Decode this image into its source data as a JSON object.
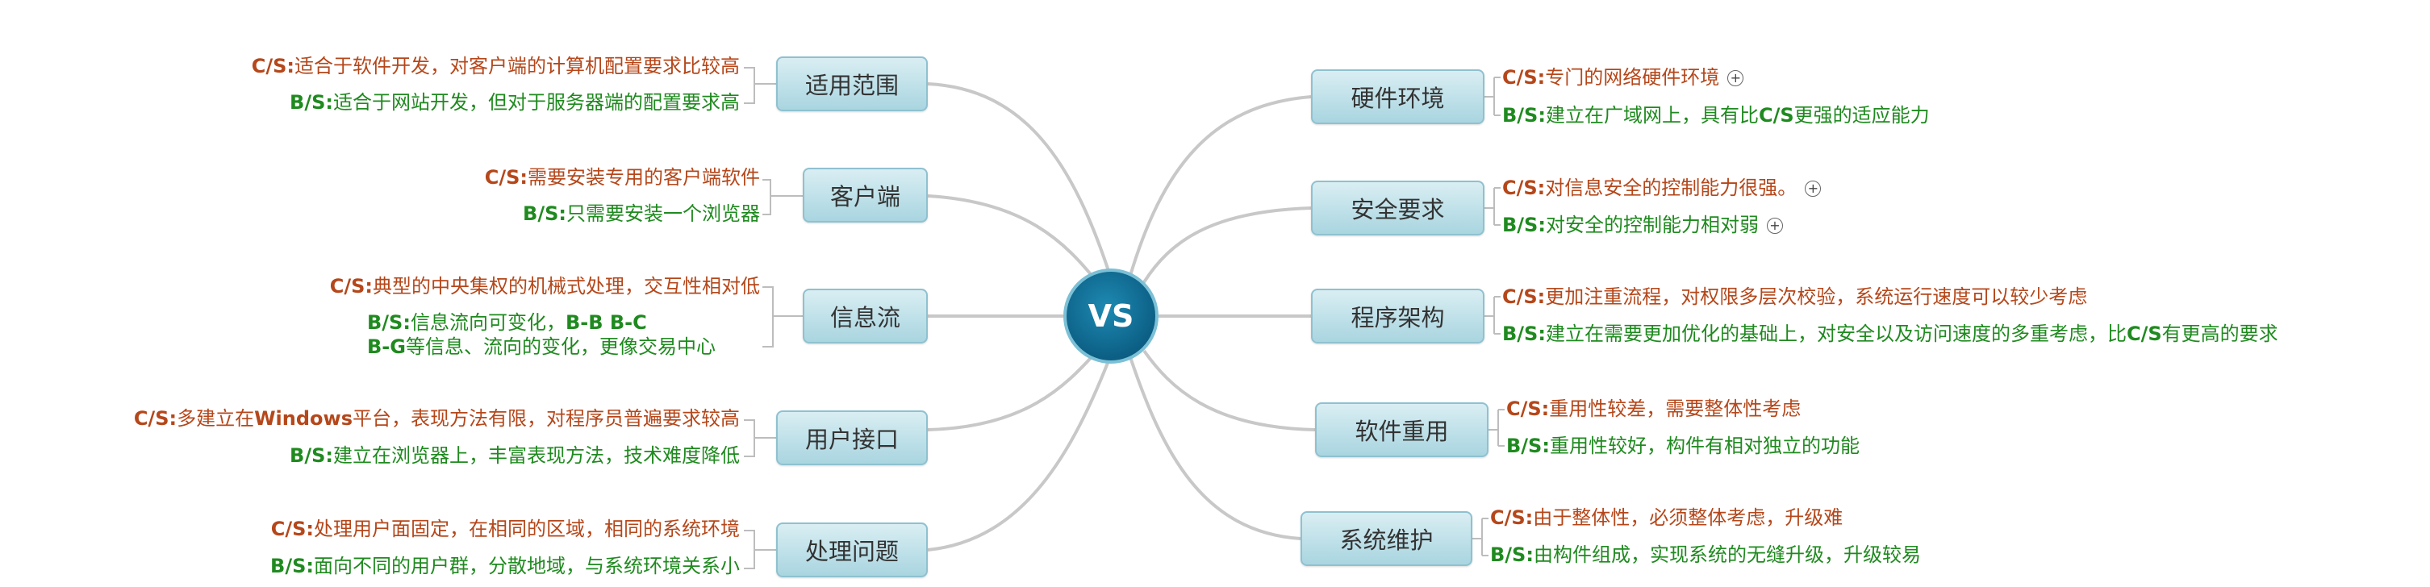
{
  "center": {
    "label": "VS"
  },
  "left": [
    {
      "topic": "适用范围",
      "cs": {
        "tag": "C/S:",
        "text": "适合于软件开发，对客户端的计算机配置要求比较高"
      },
      "bs": {
        "tag": "B/S:",
        "text": "适合于网站开发，但对于服务器端的配置要求高"
      }
    },
    {
      "topic": "客户端",
      "cs": {
        "tag": "C/S:",
        "text": "需要安装专用的客户端软件"
      },
      "bs": {
        "tag": "B/S:",
        "text": "只需要安装一个浏览器"
      }
    },
    {
      "topic": "信息流",
      "cs": {
        "tag": "C/S:",
        "text": "典型的中央集权的机械式处理，交互性相对低"
      },
      "bs": {
        "tag": "B/S:",
        "text1": "信息流向可变化，",
        "bold1": "B-B B-C",
        "bold2": "B-G",
        "text2": "等信息、流向的变化，更像交易中心"
      }
    },
    {
      "topic": "用户接口",
      "cs": {
        "tag": "C/S:",
        "text1": "多建立在",
        "bold": "Windows",
        "text2": "平台，表现方法有限，对程序员普遍要求较高"
      },
      "bs": {
        "tag": "B/S:",
        "text": "建立在浏览器上，丰富表现方法，技术难度降低"
      }
    },
    {
      "topic": "处理问题",
      "cs": {
        "tag": "C/S:",
        "text": "处理用户面固定，在相同的区域，相同的系统环境"
      },
      "bs": {
        "tag": "B/S:",
        "text": "面向不同的用户群，分散地域，与系统环境关系小"
      }
    }
  ],
  "right": [
    {
      "topic": "硬件环境",
      "cs": {
        "tag": "C/S:",
        "text": "专门的网络硬件环境"
      },
      "bs": {
        "tag": "B/S:",
        "text1": "建立在广域网上，具有比",
        "bold": "C/S",
        "text2": "更强的适应能力"
      }
    },
    {
      "topic": "安全要求",
      "cs": {
        "tag": "C/S:",
        "text": "对信息安全的控制能力很强。"
      },
      "bs": {
        "tag": "B/S:",
        "text": "对安全的控制能力相对弱"
      }
    },
    {
      "topic": "程序架构",
      "cs": {
        "tag": "C/S:",
        "text": "更加注重流程，对权限多层次校验，系统运行速度可以较少考虑"
      },
      "bs": {
        "tag": "B/S:",
        "text1": "建立在需要更加优化的基础上，对安全以及访问速度的多重考虑，比",
        "bold": "C/S",
        "text2": "有更高的要求"
      }
    },
    {
      "topic": "软件重用",
      "cs": {
        "tag": "C/S:",
        "text": "重用性较差，需要整体性考虑"
      },
      "bs": {
        "tag": "B/S:",
        "text": "重用性较好，构件有相对独立的功能"
      }
    },
    {
      "topic": "系统维护",
      "cs": {
        "tag": "C/S:",
        "text": "由于整体性，必须整体考虑，升级难"
      },
      "bs": {
        "tag": "B/S:",
        "text": "由构件组成，实现系统的无缝升级，升级较易"
      }
    }
  ],
  "expand_symbol": "+",
  "colors": {
    "cs": "#b5471a",
    "bs": "#1f8a1f",
    "center": "#0c5f85",
    "topic_fill": "#a9d5e0"
  }
}
